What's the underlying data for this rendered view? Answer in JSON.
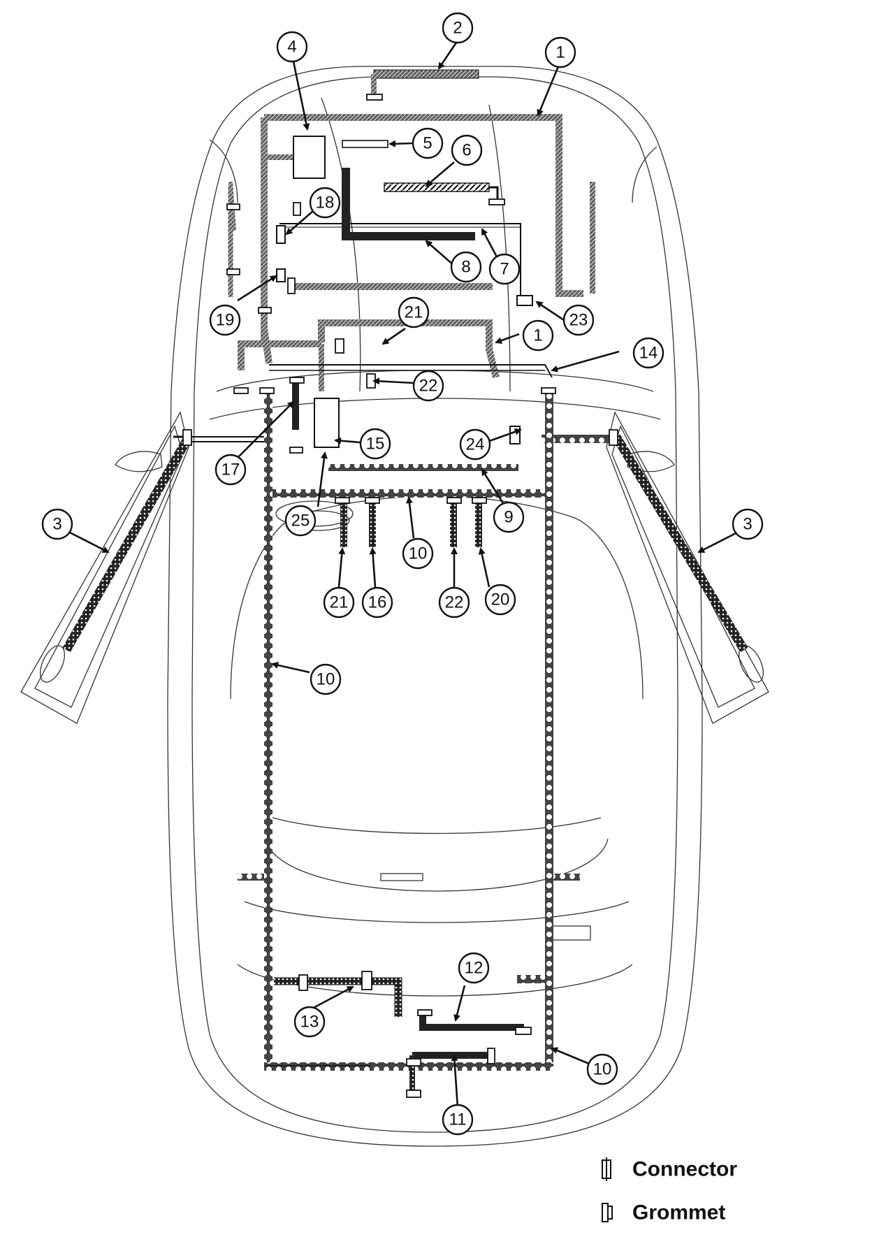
{
  "callouts": [
    {
      "id": "c1a",
      "label": "1"
    },
    {
      "id": "c2",
      "label": "2"
    },
    {
      "id": "c3l",
      "label": "3"
    },
    {
      "id": "c3r",
      "label": "3"
    },
    {
      "id": "c4",
      "label": "4"
    },
    {
      "id": "c5",
      "label": "5"
    },
    {
      "id": "c6",
      "label": "6"
    },
    {
      "id": "c7",
      "label": "7"
    },
    {
      "id": "c8",
      "label": "8"
    },
    {
      "id": "c18",
      "label": "18"
    },
    {
      "id": "c19",
      "label": "19"
    },
    {
      "id": "c23",
      "label": "23"
    },
    {
      "id": "c21a",
      "label": "21"
    },
    {
      "id": "c1b",
      "label": "1"
    },
    {
      "id": "c14",
      "label": "14"
    },
    {
      "id": "c22a",
      "label": "22"
    },
    {
      "id": "c15",
      "label": "15"
    },
    {
      "id": "c17",
      "label": "17"
    },
    {
      "id": "c24",
      "label": "24"
    },
    {
      "id": "c9",
      "label": "9"
    },
    {
      "id": "c25",
      "label": "25"
    },
    {
      "id": "c10a",
      "label": "10"
    },
    {
      "id": "c21b",
      "label": "21"
    },
    {
      "id": "c16",
      "label": "16"
    },
    {
      "id": "c22b",
      "label": "22"
    },
    {
      "id": "c20",
      "label": "20"
    },
    {
      "id": "c10b",
      "label": "10"
    },
    {
      "id": "c12",
      "label": "12"
    },
    {
      "id": "c13",
      "label": "13"
    },
    {
      "id": "c10c",
      "label": "10"
    },
    {
      "id": "c11",
      "label": "11"
    }
  ],
  "legend": {
    "connector_label": "Connector",
    "grommet_label": "Grommet"
  }
}
